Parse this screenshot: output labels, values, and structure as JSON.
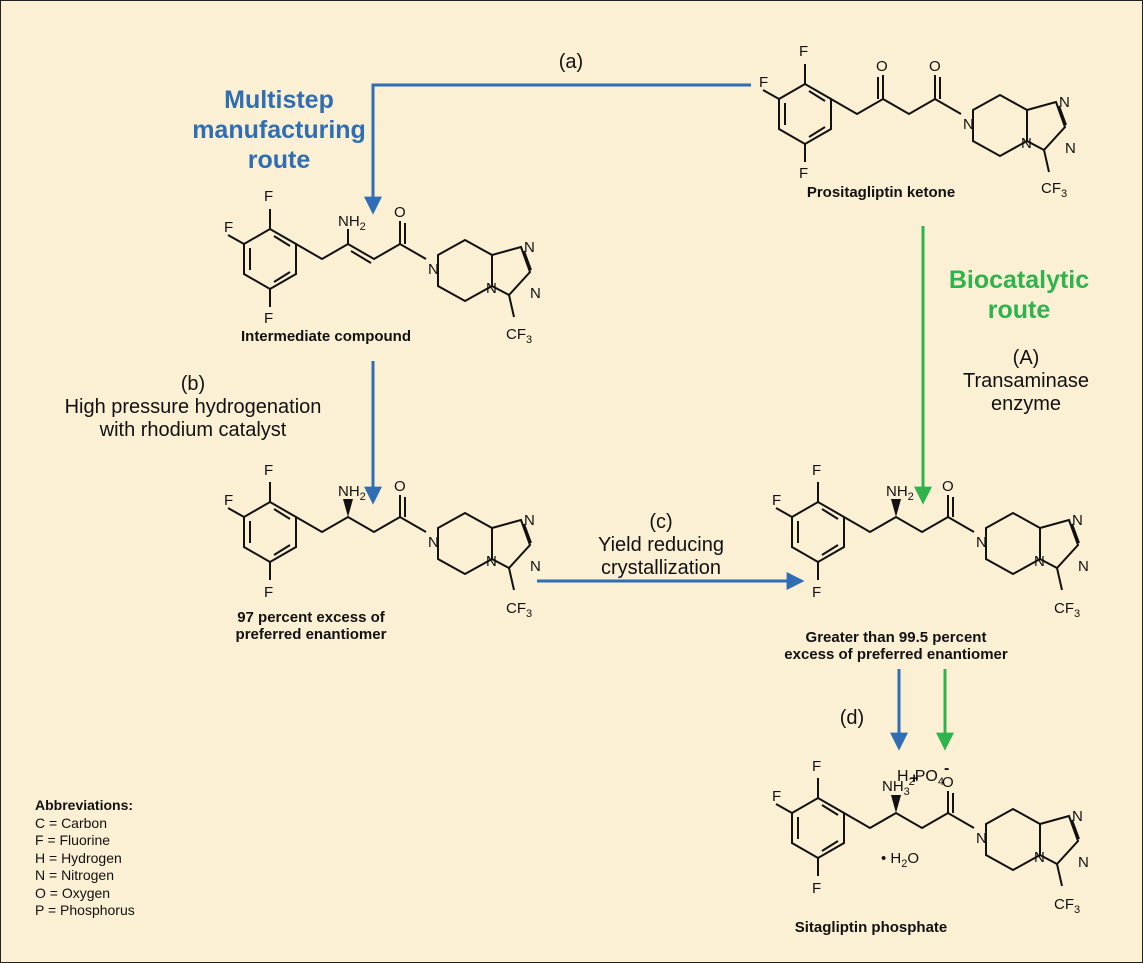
{
  "routes": {
    "multistep_line1": "Multistep",
    "multistep_line2": "manufacturing",
    "multistep_line3": "route",
    "biocatalytic_line1": "Biocatalytic",
    "biocatalytic_line2": "route"
  },
  "steps": {
    "a": "(a)",
    "b_label": "(b)",
    "b_line1": "High pressure hydrogenation",
    "b_line2": "with rhodium catalyst",
    "c_label": "(c)",
    "c_line1": "Yield reducing",
    "c_line2": "crystallization",
    "d": "(d)",
    "A_label": "(A)",
    "A_line1": "Transaminase",
    "A_line2": "enzyme"
  },
  "compounds": {
    "ketone": "Prositagliptin ketone",
    "intermediate": "Intermediate compound",
    "excess97_line1": "97 percent excess of",
    "excess97_line2": "preferred enantiomer",
    "excess995_line1": "Greater than 99.5 percent",
    "excess995_line2": "excess of preferred enantiomer",
    "sitagliptin": "Sitagliptin phosphate"
  },
  "atoms": {
    "F": "F",
    "N": "N",
    "O": "O",
    "CF": "CF",
    "three": "3",
    "NH": "NH",
    "two": "2",
    "H": "H",
    "PO": "PO",
    "four": "4",
    "minus": "-",
    "plus": "+",
    "water_dot": "• H",
    "water_o": "O"
  },
  "abbreviations": {
    "title": "Abbreviations:",
    "items": [
      "C = Carbon",
      "F  = Fluorine",
      "H = Hydrogen",
      "N = Nitrogen",
      "O = Oxygen",
      "P = Phosphorus"
    ]
  },
  "colors": {
    "background": "#fcf0d4",
    "multistep_blue": "#2f6db5",
    "biocatalytic_green": "#2fb34d"
  }
}
